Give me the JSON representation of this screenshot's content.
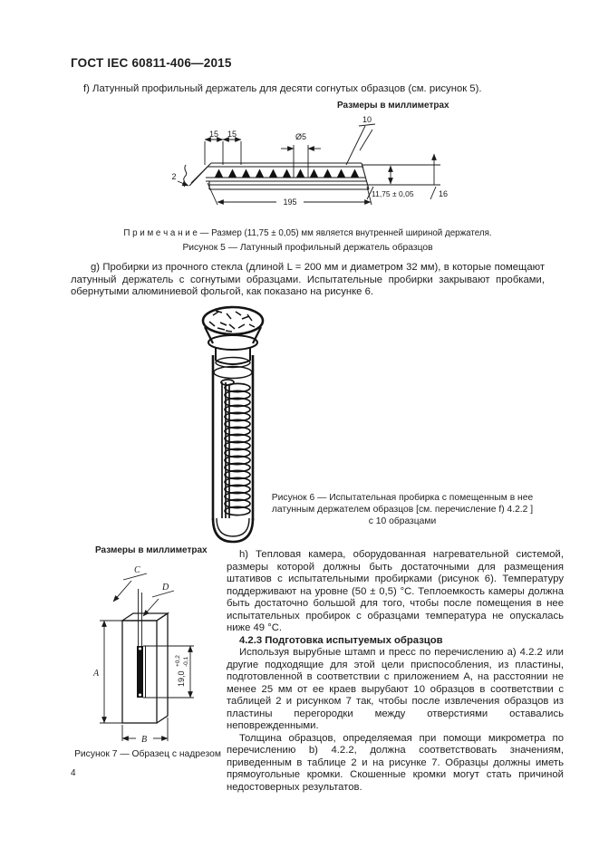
{
  "page": {
    "header": "ГОСТ IEC 60811-406—2015",
    "number": "4"
  },
  "units_label": "Размеры в миллиметрах",
  "items": {
    "f": "f)  Латунный профильный держатель для десяти согнутых образцов (см. рисунок 5).",
    "g": "g)  Пробирки из прочного стекла (длиной L = 200 мм и диаметром 32 мм), в которые помещают латунный держатель с согнутыми образцами. Испытательные пробирки закрывают пробками, обернутыми алюминиевой фольгой, как показано на рисунке 6.",
    "h": "h)  Тепловая камера, оборудованная нагревательной системой, размеры которой должны быть достаточными для размещения штативов с испытательными пробирками (рисунок 6). Температуру поддерживают на уровне (50 ± 0,5) °С. Теплоемкость камеры должна быть достаточно большой для того, чтобы после помещения в нее испытательных пробирок с образцами температура не опускалась ниже 49 °С."
  },
  "section_4_2_3": {
    "heading": "4.2.3  Подготовка испытуемых образцов",
    "para1": "Используя вырубные штамп и пресс по перечислению a) 4.2.2 или другие подходящие для этой цели приспособления, из пластины, подготовленной в соответствии с приложением А, на расстоянии не менее 25 мм от ее краев вырубают 10 образцов в соответствии с таблицей 2 и рисунком 7 так, чтобы после извлечения образцов из пластины перегородки между отверстиями оставались неповрежденными.",
    "para2": "Толщина образцов, определяемая при помощи микрометра по перечислению b) 4.2.2, должна соответствовать значениям, приведенным в таблице 2 и на рисунке 7. Образцы должны иметь прямоугольные кромки. Скошенные кромки могут стать причиной недостоверных результатов."
  },
  "figure5": {
    "note": "П р и м е ч а н и е — Размер (11,75 ± 0,05) мм является внутренней шириной держателя.",
    "caption": "Рисунок 5 — Латунный профильный держатель образцов",
    "dims": {
      "spacing1": "15",
      "spacing2": "15",
      "hole": "Ø5",
      "end": "10",
      "thickness": "2",
      "length": "195",
      "inner_width": "11,75 ± 0,05",
      "height": "16"
    }
  },
  "figure6": {
    "caption": "Рисунок 6 — Испытательная пробирка с помещенным в нее латунным держателем образцов [см. перечисление f) 4.2.2 ] с 10 образцами"
  },
  "figure7": {
    "caption": "Рисунок 7 — Образец с надрезом",
    "dims": {
      "A": "A",
      "B": "B",
      "C": "C",
      "D": "D",
      "notch": "19,0",
      "tol_plus": "+0,2",
      "tol_minus": "-0,1"
    }
  }
}
